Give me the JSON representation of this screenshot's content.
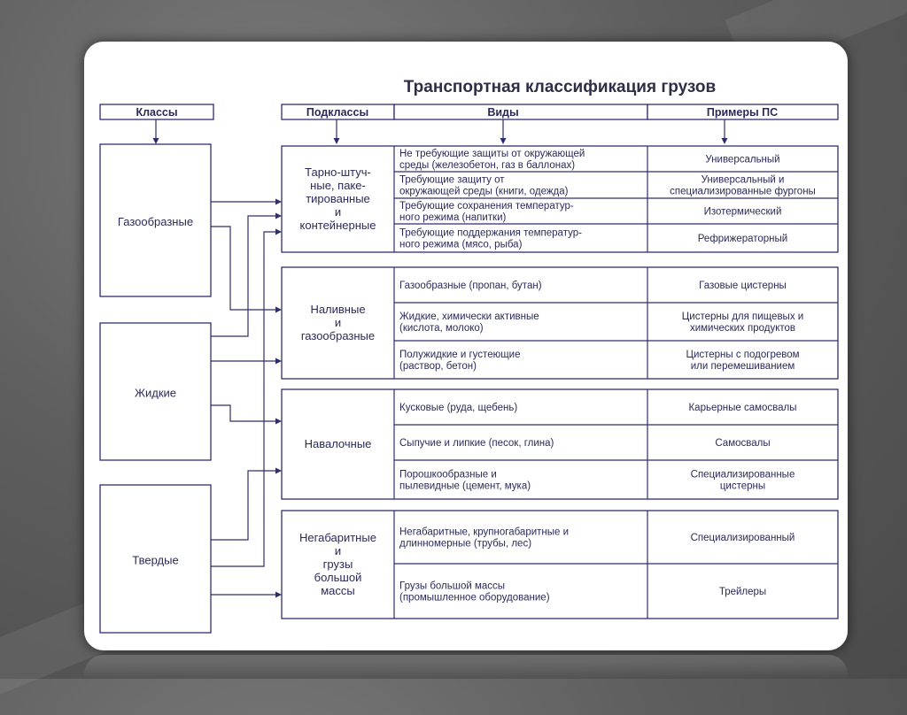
{
  "title": "Транспортная классификация грузов",
  "headers": {
    "classes": "Классы",
    "subclasses": "Подклассы",
    "kinds": "Виды",
    "examples": "Примеры ПС"
  },
  "classes": [
    {
      "label": [
        "Газообразные"
      ]
    },
    {
      "label": [
        "Жидкие"
      ]
    },
    {
      "label": [
        "Твердые"
      ]
    }
  ],
  "groups": [
    {
      "subclass": [
        "Тарно-штуч-",
        "ные, паке-",
        "тированные",
        "и",
        "контейнерные"
      ],
      "rows": [
        {
          "kind": [
            "Не требующие защиты от окружающей",
            "среды (железобетон, газ в баллонах)"
          ],
          "example": [
            "Универсальный"
          ]
        },
        {
          "kind": [
            "Требующие защиту от",
            "окружающей среды (книги, одежда)"
          ],
          "example": [
            "Универсальный и",
            "специализированные фургоны"
          ]
        },
        {
          "kind": [
            "Требующие сохранения температур-",
            "ного  режима (напитки)"
          ],
          "example": [
            "Изотермический"
          ]
        },
        {
          "kind": [
            "Требующие поддержания температур-",
            "ного режима (мясо, рыба)"
          ],
          "example": [
            "Рефрижераторный"
          ]
        }
      ]
    },
    {
      "subclass": [
        "Наливные",
        "и",
        "газообразные"
      ],
      "rows": [
        {
          "kind": [
            "Газообразные (пропан, бутан)"
          ],
          "example": [
            "Газовые цистерны"
          ]
        },
        {
          "kind": [
            "Жидкие, химически активные",
            "(кислота, молоко)"
          ],
          "example": [
            "Цистерны для пищевых и",
            "химических продуктов"
          ]
        },
        {
          "kind": [
            "Полужидкие и густеющие",
            "(раствор, бетон)"
          ],
          "example": [
            "Цистерны с подогревом",
            "или перемешиванием"
          ]
        }
      ]
    },
    {
      "subclass": [
        "Навалочные"
      ],
      "rows": [
        {
          "kind": [
            "Кусковые (руда, щебень)"
          ],
          "example": [
            "Карьерные самосвалы"
          ]
        },
        {
          "kind": [
            "Сыпучие и липкие (песок, глина)"
          ],
          "example": [
            "Самосвалы"
          ]
        },
        {
          "kind": [
            "Порошкообразные и",
            "пылевидные (цемент, мука)"
          ],
          "example": [
            "Специализированные",
            "цистерны"
          ]
        }
      ]
    },
    {
      "subclass": [
        "Негабаритные",
        "и",
        "грузы",
        "большой",
        "массы"
      ],
      "rows": [
        {
          "kind": [
            "Негабаритные, крупногабаритные и",
            "длинномерные (трубы, лес)"
          ],
          "example": [
            "Специализированный"
          ]
        },
        {
          "kind": [
            "Грузы большой массы",
            "(промышленное оборудование)"
          ],
          "example": [
            "Трейлеры"
          ]
        }
      ]
    }
  ],
  "colors": {
    "line": "#2e2e6e",
    "text": "#2a2a5a",
    "background": "#5e5e5e"
  }
}
